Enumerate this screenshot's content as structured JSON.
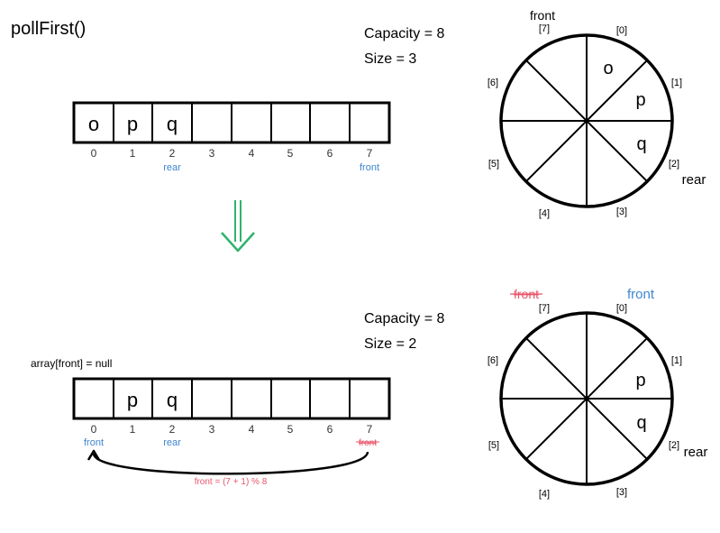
{
  "title": "pollFirst()",
  "colors": {
    "ink": "#000000",
    "label_blue": "#3e86cf",
    "label_red": "#e8566b",
    "arrow_green": "#2fb36b",
    "index_gray": "#333333"
  },
  "before": {
    "capacity": "Capacity = 8",
    "size": "Size = 3",
    "cells": [
      "o",
      "p",
      "q",
      "",
      "",
      "",
      "",
      ""
    ],
    "indices": [
      "0",
      "1",
      "2",
      "3",
      "4",
      "5",
      "6",
      "7"
    ],
    "rear_label": "rear",
    "front_label": "front",
    "circle": {
      "front_label": "front",
      "rear_label": "rear",
      "slot_labels": [
        "[0]",
        "[1]",
        "[2]",
        "[3]",
        "[4]",
        "[5]",
        "[6]",
        "[7]"
      ],
      "values": [
        "o",
        "p",
        "q"
      ]
    }
  },
  "after": {
    "capacity": "Capacity = 8",
    "size": "Size = 2",
    "note": "array[front] = null",
    "cells": [
      "",
      "p",
      "q",
      "",
      "",
      "",
      "",
      ""
    ],
    "indices": [
      "0",
      "1",
      "2",
      "3",
      "4",
      "5",
      "6",
      "7"
    ],
    "new_front_label": "front",
    "rear_label": "rear",
    "old_front_label": "front",
    "formula": "front = (7 + 1) % 8",
    "circle": {
      "old_front_label": "front",
      "new_front_label": "front",
      "rear_label": "rear",
      "slot_labels": [
        "[0]",
        "[1]",
        "[2]",
        "[3]",
        "[4]",
        "[5]",
        "[6]",
        "[7]"
      ],
      "values": [
        "p",
        "q"
      ]
    }
  }
}
